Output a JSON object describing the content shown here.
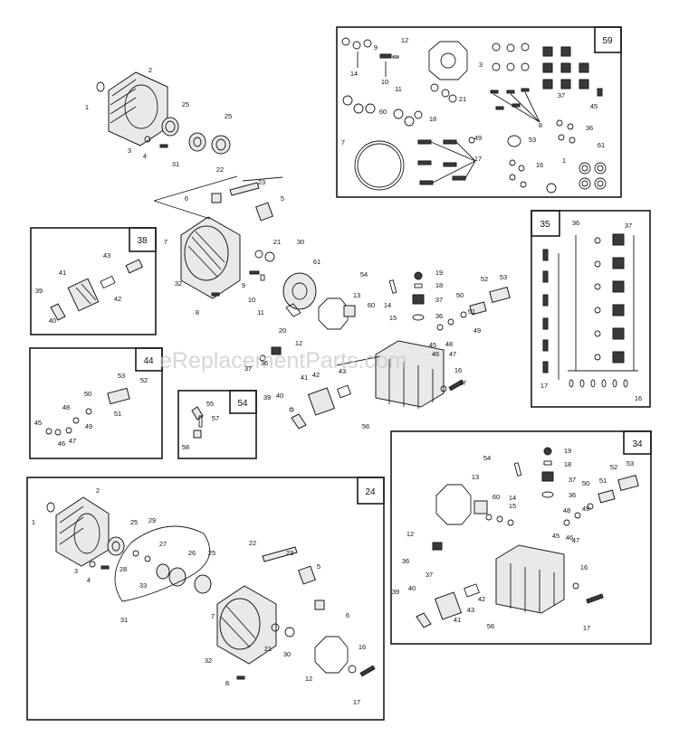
{
  "watermark": "eReplacementParts.com",
  "inset_boxes": [
    {
      "id": "59",
      "label": "59"
    },
    {
      "id": "35",
      "label": "35"
    },
    {
      "id": "38",
      "label": "38"
    },
    {
      "id": "44",
      "label": "44"
    },
    {
      "id": "54",
      "label": "54"
    },
    {
      "id": "24",
      "label": "24"
    },
    {
      "id": "34",
      "label": "34"
    }
  ],
  "callouts": {
    "main": [
      "1",
      "2",
      "3",
      "4",
      "25",
      "31",
      "25",
      "22",
      "23",
      "6",
      "5",
      "7",
      "21",
      "30",
      "32",
      "9",
      "10",
      "11",
      "8",
      "61",
      "13",
      "12",
      "20",
      "54",
      "19",
      "18",
      "37",
      "36",
      "60",
      "14",
      "15",
      "50",
      "51",
      "52",
      "53",
      "49",
      "46",
      "47",
      "48",
      "45",
      "16",
      "17",
      "37",
      "36",
      "41",
      "42",
      "43",
      "40",
      "39",
      "56"
    ],
    "box59": [
      "14",
      "12",
      "9",
      "10",
      "11",
      "21",
      "60",
      "18",
      "7",
      "3",
      "37",
      "8",
      "45",
      "49",
      "53",
      "17",
      "36",
      "16",
      "1",
      "61"
    ],
    "box35": [
      "36",
      "37",
      "17",
      "16"
    ],
    "box38": [
      "38",
      "43",
      "41",
      "42",
      "39",
      "40"
    ],
    "box44": [
      "44",
      "53",
      "52",
      "50",
      "51",
      "48",
      "49",
      "45",
      "46",
      "47"
    ],
    "box54": [
      "54",
      "55",
      "57",
      "58"
    ],
    "box24": [
      "24",
      "2",
      "1",
      "25",
      "29",
      "27",
      "26",
      "25",
      "3",
      "4",
      "28",
      "33",
      "31",
      "22",
      "23",
      "5",
      "6",
      "7",
      "32",
      "21",
      "30",
      "8",
      "12",
      "16",
      "17"
    ],
    "box34": [
      "34",
      "54",
      "19",
      "18",
      "37",
      "36",
      "13",
      "60",
      "14",
      "15",
      "12",
      "52",
      "53",
      "51",
      "50",
      "49",
      "48",
      "45",
      "46",
      "47",
      "36",
      "37",
      "43",
      "42",
      "40",
      "39",
      "41",
      "56",
      "16",
      "17"
    ]
  }
}
